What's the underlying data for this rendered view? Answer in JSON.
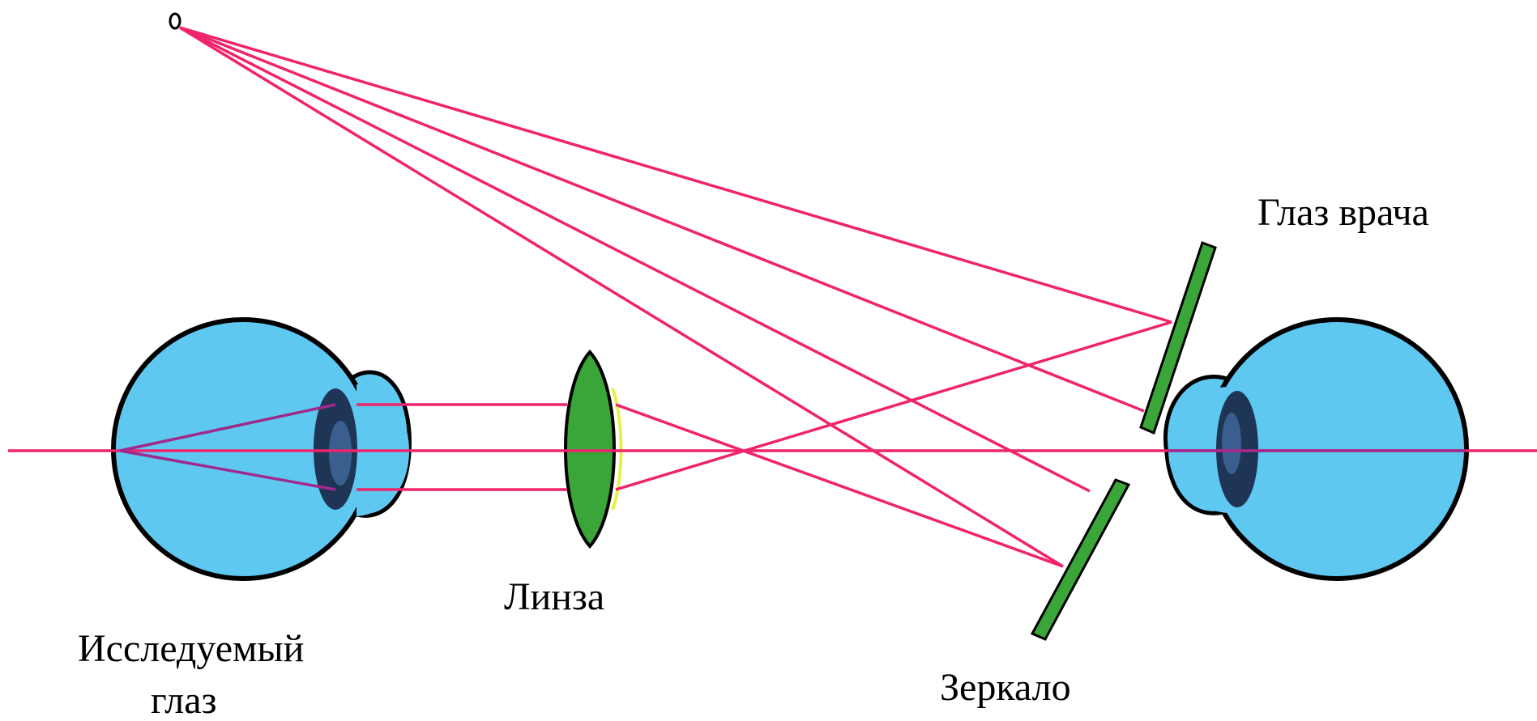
{
  "labels": {
    "examined_eye_line1": "Исследуемый",
    "examined_eye_line2": "глаз",
    "lens": "Линза",
    "mirror": "Зеркало",
    "doctor_eye": "Глаз врача"
  },
  "colors": {
    "eyeball": "#5ec8f0",
    "outline": "#000000",
    "lens": "#3aa63a",
    "mirror": "#3aa63a",
    "ray": "#f0246c",
    "inner_ray": "#a02a8c",
    "pupil": "#1e3555"
  }
}
